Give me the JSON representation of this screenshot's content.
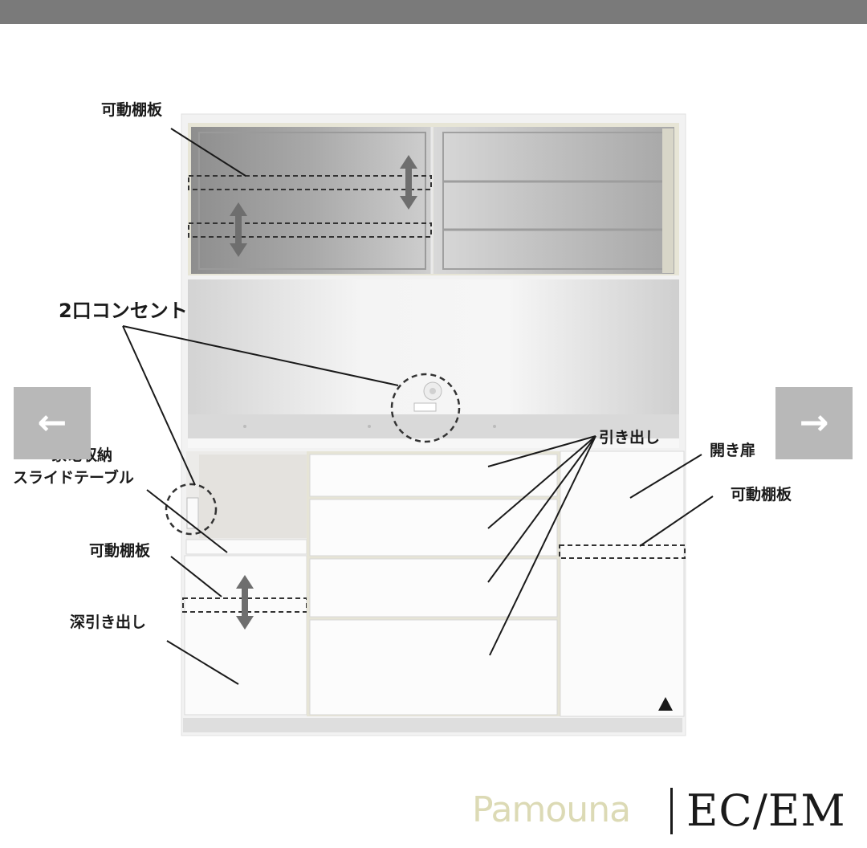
{
  "nav": {
    "prev_icon": "←",
    "next_icon": "→"
  },
  "labels": {
    "shelf_top": "可動棚板",
    "outlet": "2口コンセント",
    "appliance_storage": "家電収納",
    "slide_table": "スライドテーブル",
    "shelf_left": "可動棚板",
    "deep_drawer": "深引き出し",
    "drawer": "引き出し",
    "hinged_door": "開き扉",
    "shelf_right": "可動棚板"
  },
  "branding": {
    "brand": "Pamouna",
    "model": "EC/EM"
  },
  "colors": {
    "topbar": "#7a7a7a",
    "nav_button": "#b8b8b8",
    "brand": "#dcdab5"
  }
}
